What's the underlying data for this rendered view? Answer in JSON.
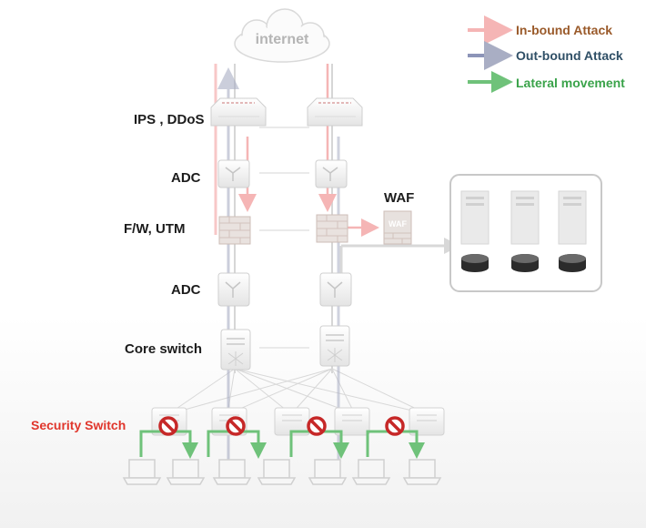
{
  "cloud_label": "internet",
  "legend": [
    {
      "label": "In-bound Attack",
      "arrow_color": "#f5b5b5",
      "text_color": "#9a5a2a"
    },
    {
      "label": "Out-bound Attack",
      "arrow_color": "#8c94b8",
      "text_color": "#2f4f66"
    },
    {
      "label": "Lateral movement",
      "arrow_color": "#6fc27a",
      "text_color": "#3aa34a"
    }
  ],
  "tiers": {
    "ips": "IPS , DDoS",
    "adc_top": "ADC",
    "fw": "F/W, UTM",
    "adc_bottom": "ADC",
    "core": "Core switch"
  },
  "waf_label": "WAF",
  "waf_device_text": "WAF",
  "security_switch_label": "Security Switch",
  "colors": {
    "inbound": "#f5b5b5",
    "outbound": "#a9aec4",
    "lateral": "#6fc27a",
    "block": "#c62828",
    "security_label": "#e0362c"
  }
}
